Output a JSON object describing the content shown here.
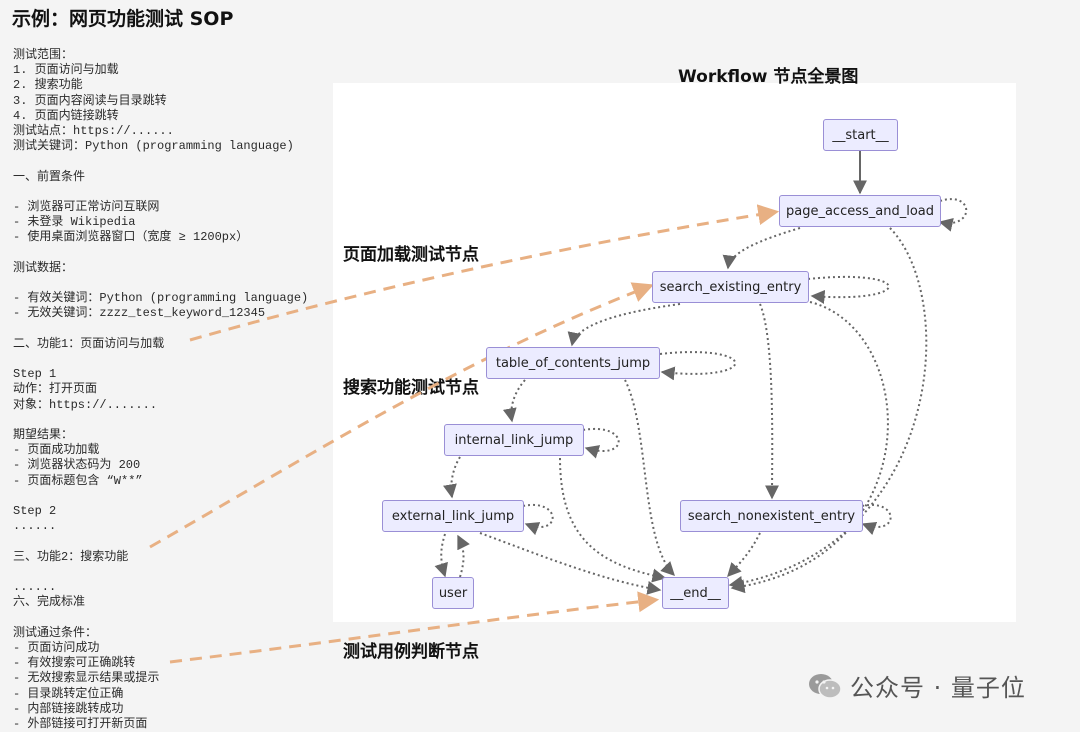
{
  "title": "示例：网页功能测试 SOP",
  "sop_lines": [
    "测试范围：",
    "1. 页面访问与加载",
    "2. 搜索功能",
    "3. 页面内容阅读与目录跳转",
    "4. 页面内链接跳转",
    "测试站点：https://......",
    "测试关键词：Python (programming language)",
    "",
    "一、前置条件",
    "",
    "- 浏览器可正常访问互联网",
    "- 未登录 Wikipedia",
    "- 使用桌面浏览器窗口（宽度 ≥ 1200px）",
    "",
    "测试数据：",
    "",
    "- 有效关键词：Python (programming language)",
    "- 无效关键词：zzzz_test_keyword_12345",
    "",
    "二、功能1：页面访问与加载",
    "",
    "Step 1",
    "动作：打开页面",
    "对象：https://.......",
    "",
    "期望结果：",
    "- 页面成功加载",
    "- 浏览器状态码为 200",
    "- 页面标题包含 “W**”",
    "",
    "Step 2",
    "......",
    "",
    "三、功能2：搜索功能",
    "",
    "......",
    "六、完成标准",
    "",
    "测试通过条件：",
    "- 页面访问成功",
    "- 有效搜索可正确跳转",
    "- 无效搜索显示结果或提示",
    "- 目录跳转定位正确",
    "- 内部链接跳转成功",
    "- 外部链接可打开新页面"
  ],
  "workflow_title": "Workflow 节点全景图",
  "annotations": {
    "page_load": "页面加载测试节点",
    "search": "搜索功能测试节点",
    "judge": "测试用例判断节点"
  },
  "nodes": {
    "start": "__start__",
    "page_access": "page_access_and_load",
    "search_existing": "search_existing_entry",
    "toc_jump": "table_of_contents_jump",
    "internal_link": "internal_link_jump",
    "external_link": "external_link_jump",
    "search_nonexistent": "search_nonexistent_entry",
    "user": "user",
    "end": "__end__"
  },
  "watermark": "公众号 · 量子位",
  "colors": {
    "node_fill": "#ececff",
    "node_border": "#9a8fd6",
    "edge": "#666666",
    "annotation_arrow": "#e8b083"
  }
}
